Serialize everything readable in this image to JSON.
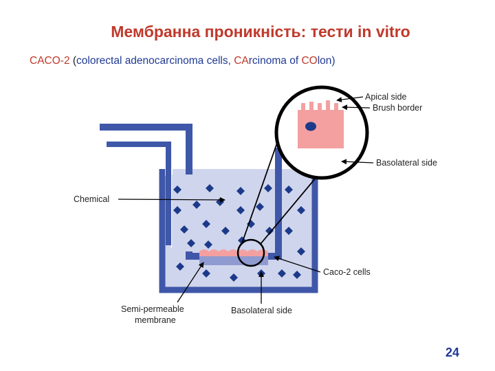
{
  "title": "Мембранна проникність: тести in vitro",
  "subtitle": {
    "prefix": "CACO-2",
    "open_paren": " (",
    "part1": "colorectal adenocarcinoma cells, ",
    "ca": "CA",
    "part2": "rcinoma of ",
    "co": "CO",
    "part3": "lon)"
  },
  "labels": {
    "apical_side": "Apical side",
    "brush_border": "Brush border",
    "basolateral_side_zoom": "Basolateral side",
    "chemical": "Chemical",
    "caco2_cells": "Caco-2 cells",
    "semi_permeable_line1": "Semi-permeable",
    "semi_permeable_line2": "membrane",
    "basolateral_side_bottom": "Basolateral side"
  },
  "page_number": "24",
  "colors": {
    "title": "#c0392b",
    "well_wall": "#3f57a8",
    "medium": "#cfd5ec",
    "diamond": "#1c3a8a",
    "cells": "#f4a0a0",
    "membrane": "#8f9bd0",
    "nucleus": "#1c3a8a"
  }
}
